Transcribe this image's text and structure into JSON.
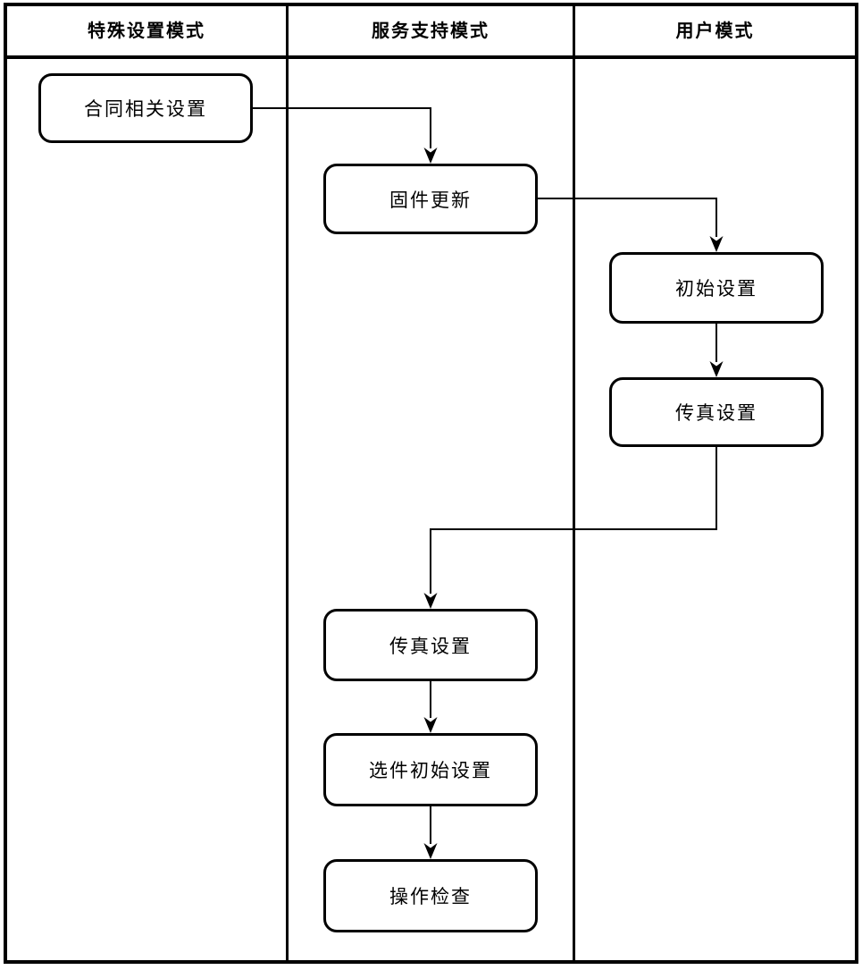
{
  "diagram": {
    "type": "swimlane-flowchart",
    "colors": {
      "line": "#000000",
      "background": "#ffffff",
      "node_fill": "#ffffff",
      "text": "#000000"
    },
    "lanes": [
      {
        "label": "特殊设置模式"
      },
      {
        "label": "服务支持模式"
      },
      {
        "label": "用户模式"
      }
    ],
    "nodes": [
      {
        "id": "contract-settings",
        "label": "合同相关设置",
        "lane": "特殊设置模式"
      },
      {
        "id": "firmware-update",
        "label": "固件更新",
        "lane": "服务支持模式"
      },
      {
        "id": "initial-settings",
        "label": "初始设置",
        "lane": "用户模式"
      },
      {
        "id": "fax-settings-user",
        "label": "传真设置",
        "lane": "用户模式"
      },
      {
        "id": "fax-settings-service",
        "label": "传真设置",
        "lane": "服务支持模式"
      },
      {
        "id": "option-initial-settings",
        "label": "选件初始设置",
        "lane": "服务支持模式"
      },
      {
        "id": "operation-check",
        "label": "操作检查",
        "lane": "服务支持模式"
      }
    ],
    "edges": [
      {
        "from": "contract-settings",
        "to": "firmware-update"
      },
      {
        "from": "firmware-update",
        "to": "initial-settings"
      },
      {
        "from": "initial-settings",
        "to": "fax-settings-user"
      },
      {
        "from": "fax-settings-user",
        "to": "fax-settings-service"
      },
      {
        "from": "fax-settings-service",
        "to": "option-initial-settings"
      },
      {
        "from": "option-initial-settings",
        "to": "operation-check"
      }
    ]
  }
}
